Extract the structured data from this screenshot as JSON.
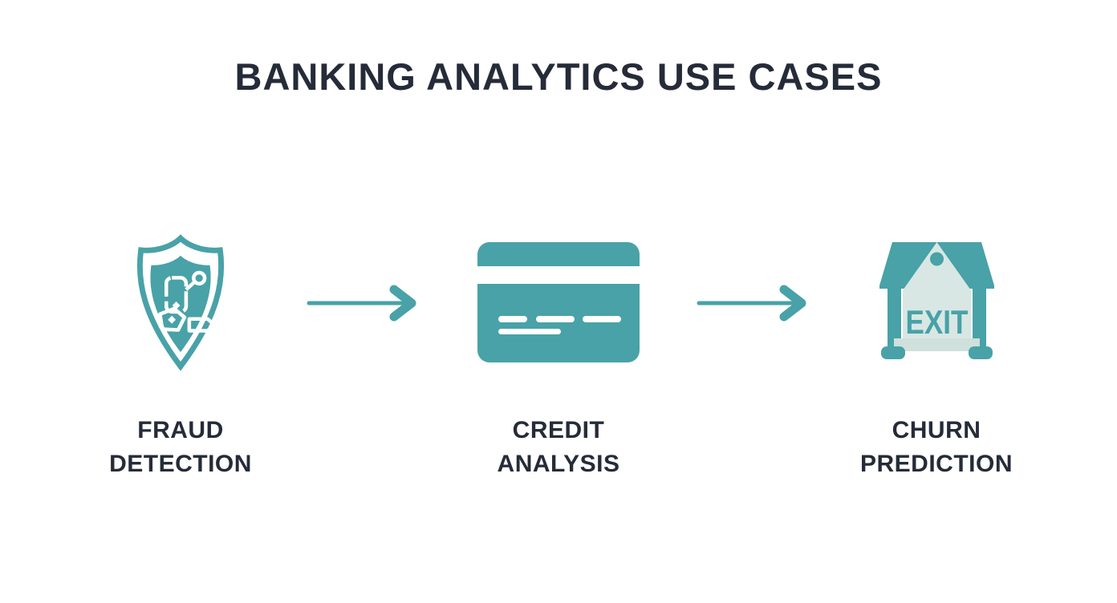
{
  "title": "BANKING ANALYTICS USE CASES",
  "colors": {
    "teal": "#48a2a7",
    "teal_light": "#d8e7e4",
    "teal_base_bar": "#cfe0dd",
    "dark_text": "#252b38",
    "background": "#ffffff"
  },
  "use_cases": [
    {
      "id": "fraud-detection",
      "icon": "shield-fraud-icon",
      "label": "FRAUD\nDETECTION"
    },
    {
      "id": "credit-analysis",
      "icon": "credit-card-icon",
      "label": "CREDIT\nANALYSIS"
    },
    {
      "id": "churn-prediction",
      "icon": "exit-door-icon",
      "label": "CHURN\nPREDICTION",
      "icon_text": "EXIT"
    }
  ],
  "connectors": [
    {
      "type": "arrow-right",
      "from": "fraud-detection",
      "to": "credit-analysis"
    },
    {
      "type": "arrow-right",
      "from": "credit-analysis",
      "to": "churn-prediction"
    }
  ]
}
